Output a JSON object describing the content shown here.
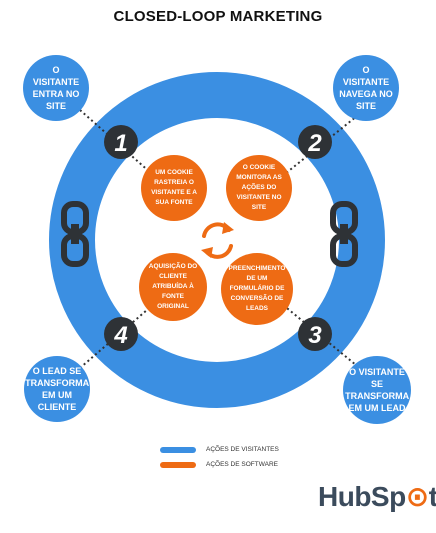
{
  "title": "CLOSED-LOOP MARKETING",
  "visitor_bubbles": [
    {
      "text": "O VISITANTE ENTRA NO SITE"
    },
    {
      "text": "O VISITANTE NAVEGA NO SITE"
    },
    {
      "text": "O VISITANTE SE TRANSFORMA EM UM LEAD"
    },
    {
      "text": "O LEAD SE TRANSFORMA EM UM CLIENTE"
    }
  ],
  "software_bubbles": [
    {
      "text": "UM COOKIE RASTREIA O VISITANTE E A SUA FONTE"
    },
    {
      "text": "O COOKIE MONITORA AS AÇÕES DO VISITANTE NO SITE"
    },
    {
      "text": "PREENCHIMENTO DE UM FORMULÁRIO DE CONVERSÃO DE LEADS"
    },
    {
      "text": "AQUISIÇÃO DO CLIENTE ATRIBUÍDA À FONTE ORIGINAL"
    }
  ],
  "step_numbers": [
    "1",
    "2",
    "3",
    "4"
  ],
  "legend": {
    "visitor": "AÇÕES DE VISITANTES",
    "software": "AÇÕES DE SOFTWARE"
  },
  "logo": {
    "text_a": "HubSp",
    "text_b": "t"
  },
  "colors": {
    "blue": "#3b8fe2",
    "orange": "#ee6b14",
    "dark": "#2e3236"
  }
}
